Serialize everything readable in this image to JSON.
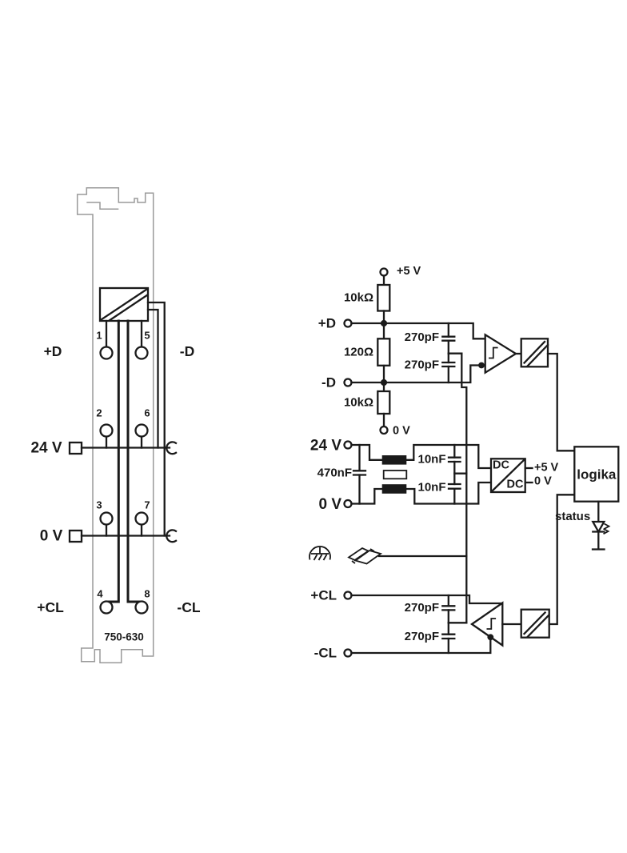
{
  "colors": {
    "ink": "#1a1a1a",
    "module_outline": "#9a9a9a",
    "background": "#ffffff"
  },
  "module": {
    "part_number": "750-630",
    "terminal_labels": {
      "plus_d": "+D",
      "minus_d": "-D",
      "v24": "24 V",
      "v0": "0 V",
      "plus_cl": "+CL",
      "minus_cl": "-CL"
    },
    "terminal_numbers": {
      "n1": "1",
      "n2": "2",
      "n3": "3",
      "n4": "4",
      "n5": "5",
      "n6": "6",
      "n7": "7",
      "n8": "8"
    }
  },
  "schematic": {
    "supply_plus5": "+5 V",
    "r_pullup": "10kΩ",
    "label_plus_d": "+D",
    "r_termination": "120Ω",
    "label_minus_d": "-D",
    "r_pulldown": "10kΩ",
    "label_0v_top": "0 V",
    "c_data_upper": "270pF",
    "c_data_lower": "270pF",
    "label_24v": "24 V",
    "label_0v": "0 V",
    "c_input": "470nF",
    "c_filter_upper": "10nF",
    "c_filter_lower": "10nF",
    "dc_top": "DC",
    "dc_bottom": "DC",
    "out_plus5": "+5 V",
    "out_0v": "0 V",
    "logic_label": "logika",
    "status_label": "status",
    "label_plus_cl": "+CL",
    "c_clock_upper": "270pF",
    "c_clock_lower": "270pF",
    "label_minus_cl": "-CL"
  }
}
